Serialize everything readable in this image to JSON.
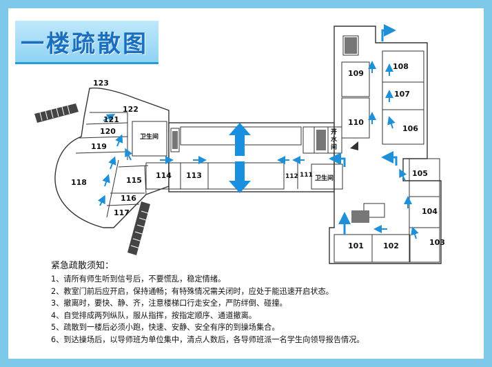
{
  "title": "一楼疏散图",
  "rooms": {
    "r123": "123",
    "r122": "122",
    "r121": "121",
    "r120": "120",
    "r119": "119",
    "r118": "118",
    "r115": "115",
    "r116": "116",
    "r117": "117",
    "r114": "114",
    "r113": "113",
    "r112": "112",
    "r111": "111",
    "r109": "109",
    "r110": "110",
    "r108": "108",
    "r107": "107",
    "r106": "106",
    "r105": "105",
    "r104": "104",
    "r103": "103",
    "r101": "101",
    "r102": "102"
  },
  "labels": {
    "restroom_left": "卫生间",
    "restroom_right": "卫生间",
    "water_1": "开",
    "water_2": "水",
    "water_3": "间"
  },
  "notice": {
    "title": "紧急疏散须知：",
    "items": [
      "1、请所有师生听到信号后，不要慌乱，稳定情绪。",
      "2、教室门前后应开启，保持通畅；有特殊情况需关闭时，应处于能迅速开启状态。",
      "3、撤离时，要快、静、齐，注意楼梯口行走安全，严防绊倒、碰撞。",
      "4、自觉排成两列纵队，服从指挥，按指定顺序、通道撤离。",
      "5、疏散到一楼后必须小跑，快速、安静、安全有序的到操场集合。",
      "6、到达操场后，以导师班为单位集中，清点人数后，各导师班派一名学生向领导报告情况。"
    ]
  },
  "colors": {
    "frame": "#7ec8ea",
    "arrow": "#1e90d8",
    "big_arrow": "#1a8fe0",
    "title": "#1a6fc0"
  }
}
